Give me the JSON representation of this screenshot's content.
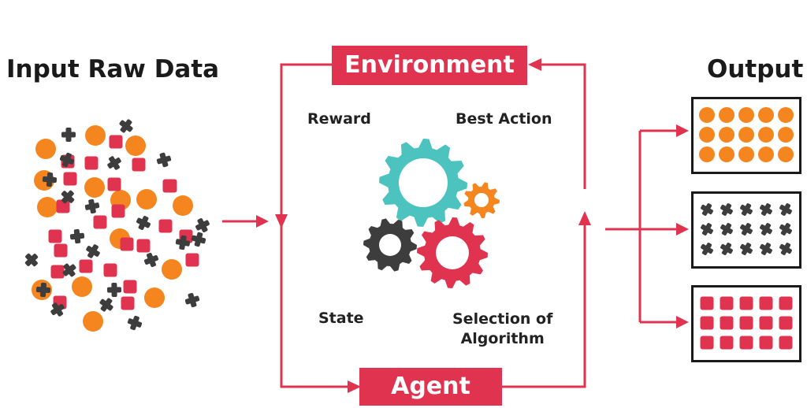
{
  "input_title": "Input Raw Data",
  "output_title": "Output",
  "environment_label": "Environment",
  "agent_label": "Agent",
  "labels": {
    "reward": "Reward",
    "best_action": "Best Action",
    "state": "State",
    "selection_line1": "Selection of",
    "selection_line2": "Algorithm"
  },
  "colors": {
    "accent_red": "#e0334f",
    "orange": "#f5861f",
    "dark_gray": "#3d3d3d",
    "teal": "#4cc3bf",
    "outline": "#1a1a1a"
  },
  "icons": [
    "orange-circle-icon",
    "red-square-icon",
    "gray-cross-icon",
    "teal-gear-icon",
    "orange-gear-icon",
    "gray-gear-icon",
    "red-gear-icon"
  ]
}
